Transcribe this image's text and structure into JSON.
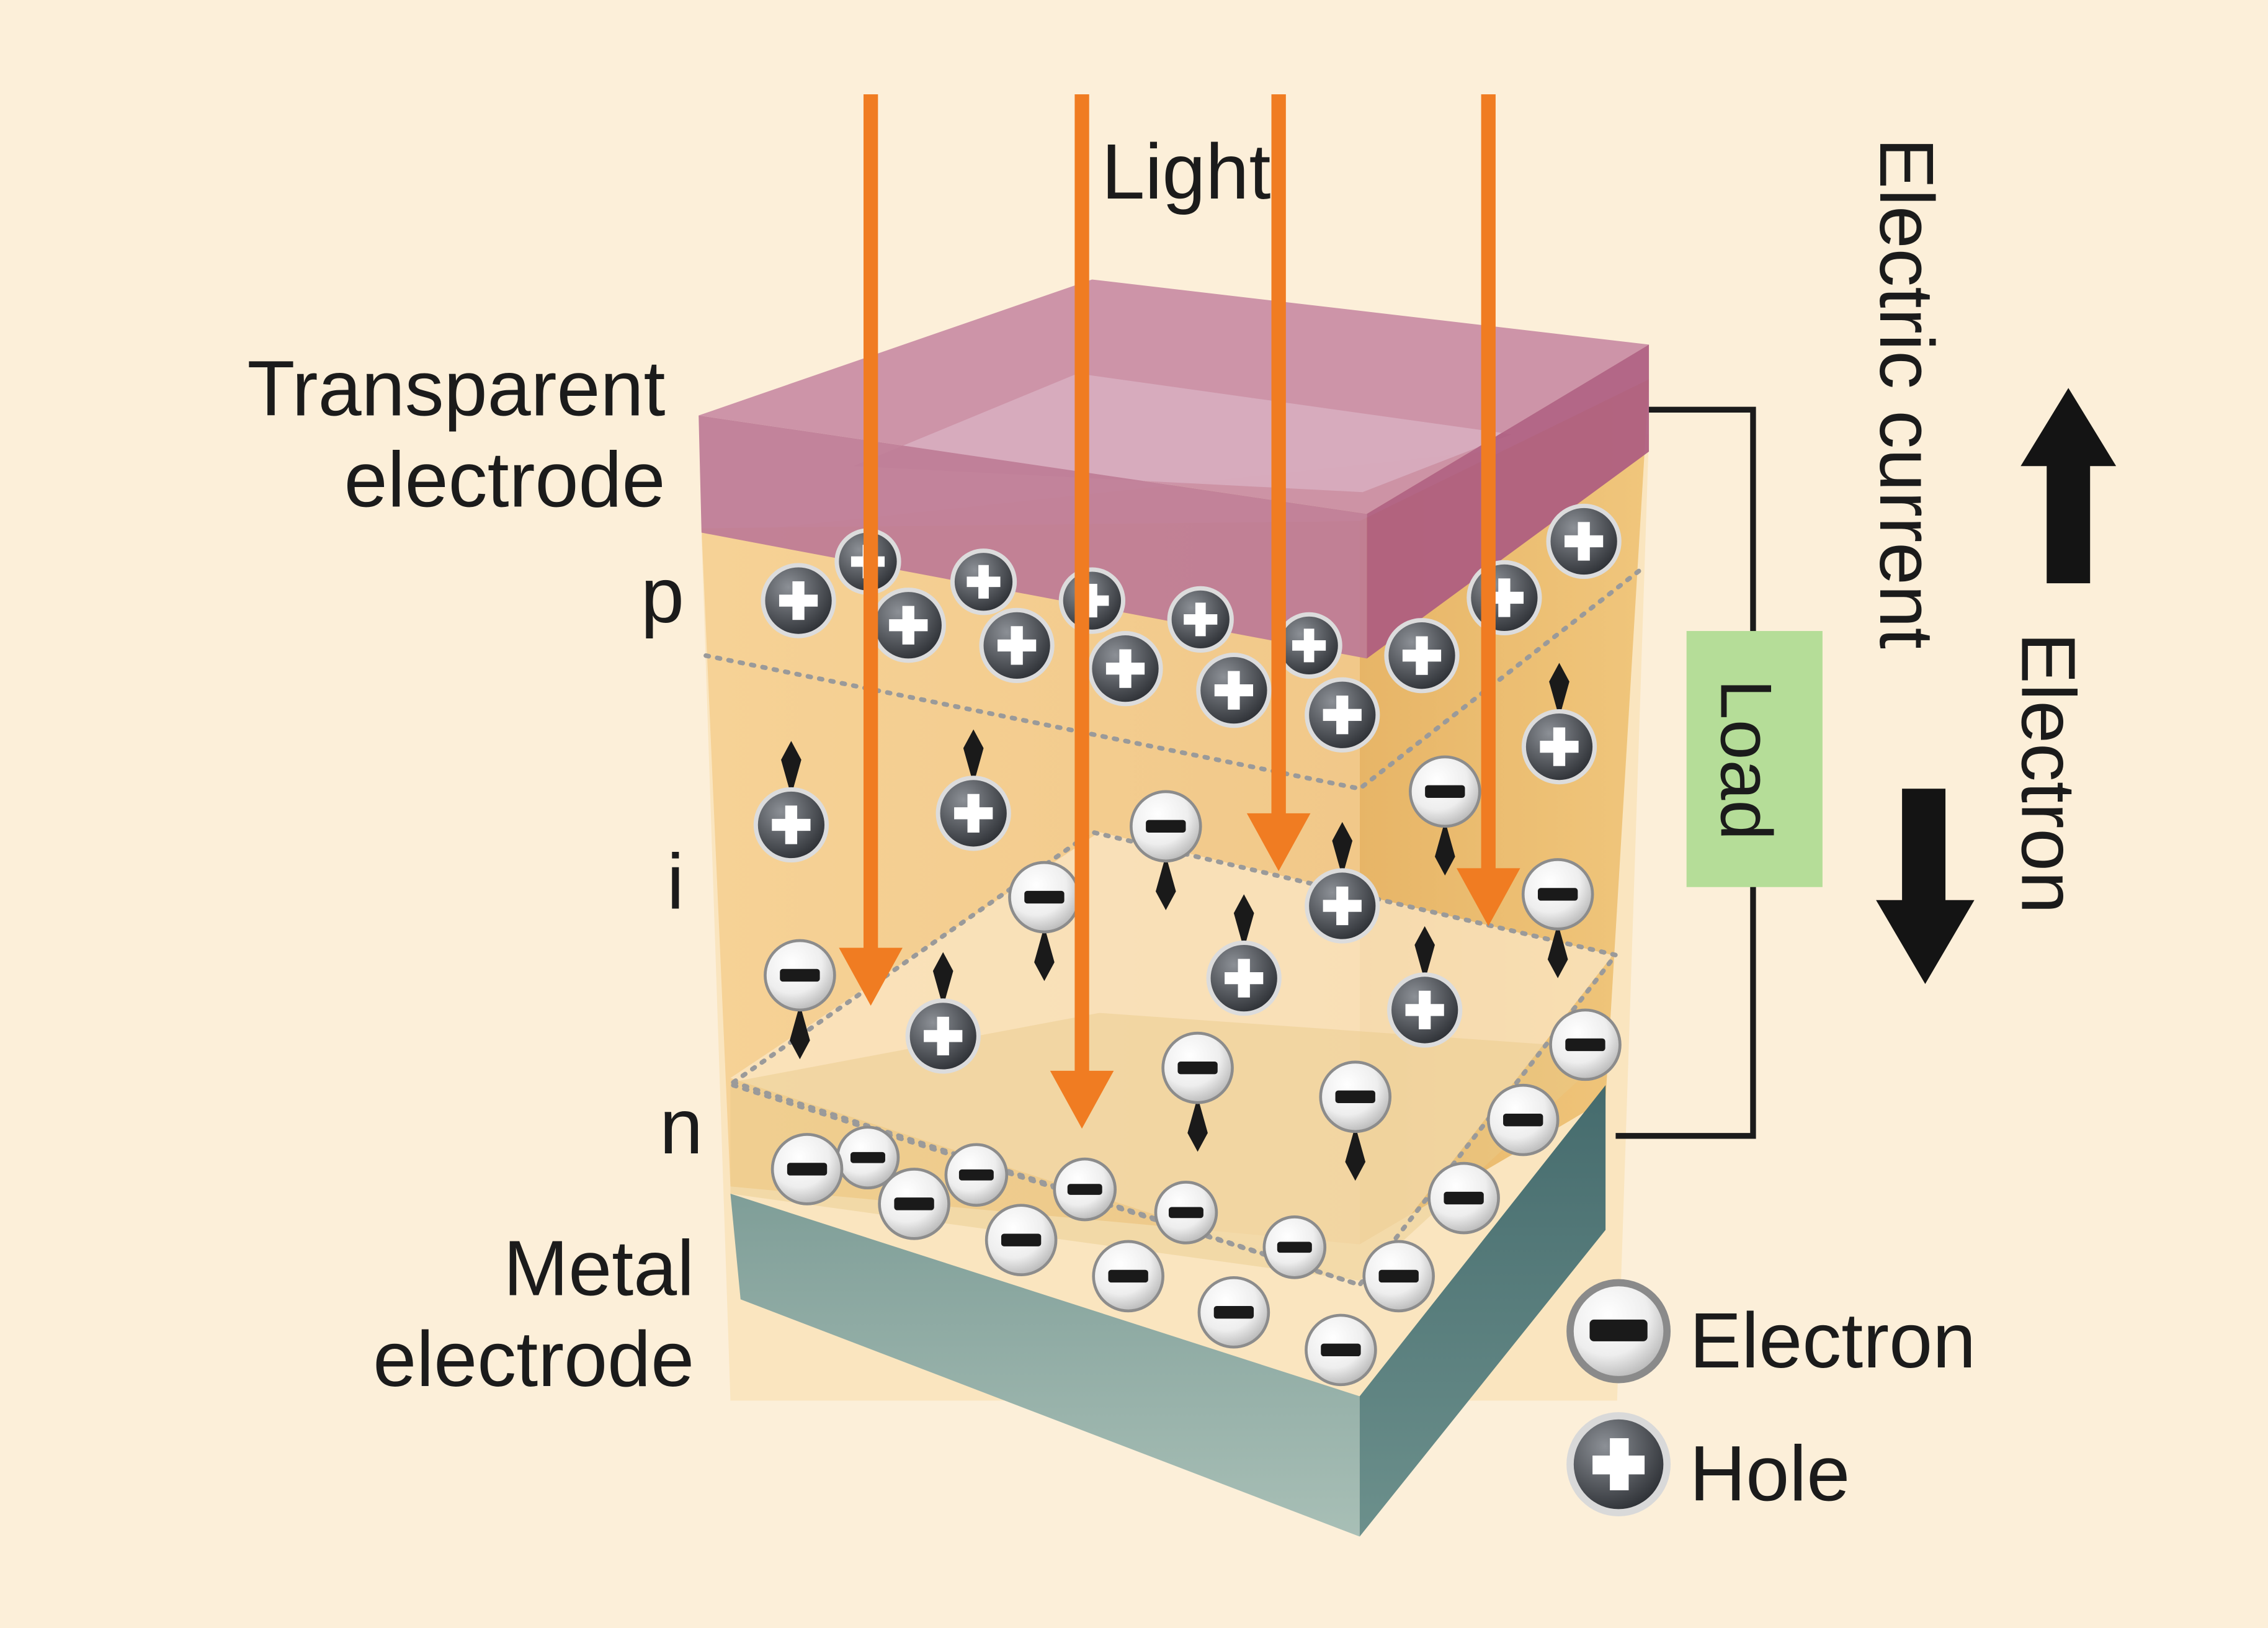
{
  "labels": {
    "light": "Light",
    "transparent_electrode": [
      "Transparent",
      "electrode"
    ],
    "layer_p": "p",
    "layer_i": "i",
    "layer_n": "n",
    "metal_electrode": [
      "Metal",
      "electrode"
    ],
    "load": "Load",
    "electric_current": "Electric current",
    "electron_flow": "Electron"
  },
  "legend": {
    "electron": "Electron",
    "hole": "Hole"
  },
  "colors": {
    "background": "#fcefd9",
    "light_arrow": "#f07c22",
    "transparent_electrode": "#c7809a",
    "metal_electrode": "#7f9e98",
    "i_layer": "#f2c98a",
    "load_box": "#b5dd98",
    "carrier": "#4a4d52"
  },
  "icons": {
    "electron": "minus-circle-icon",
    "hole": "plus-circle-icon",
    "current_up": "arrow-up-icon",
    "current_down": "arrow-down-icon"
  }
}
